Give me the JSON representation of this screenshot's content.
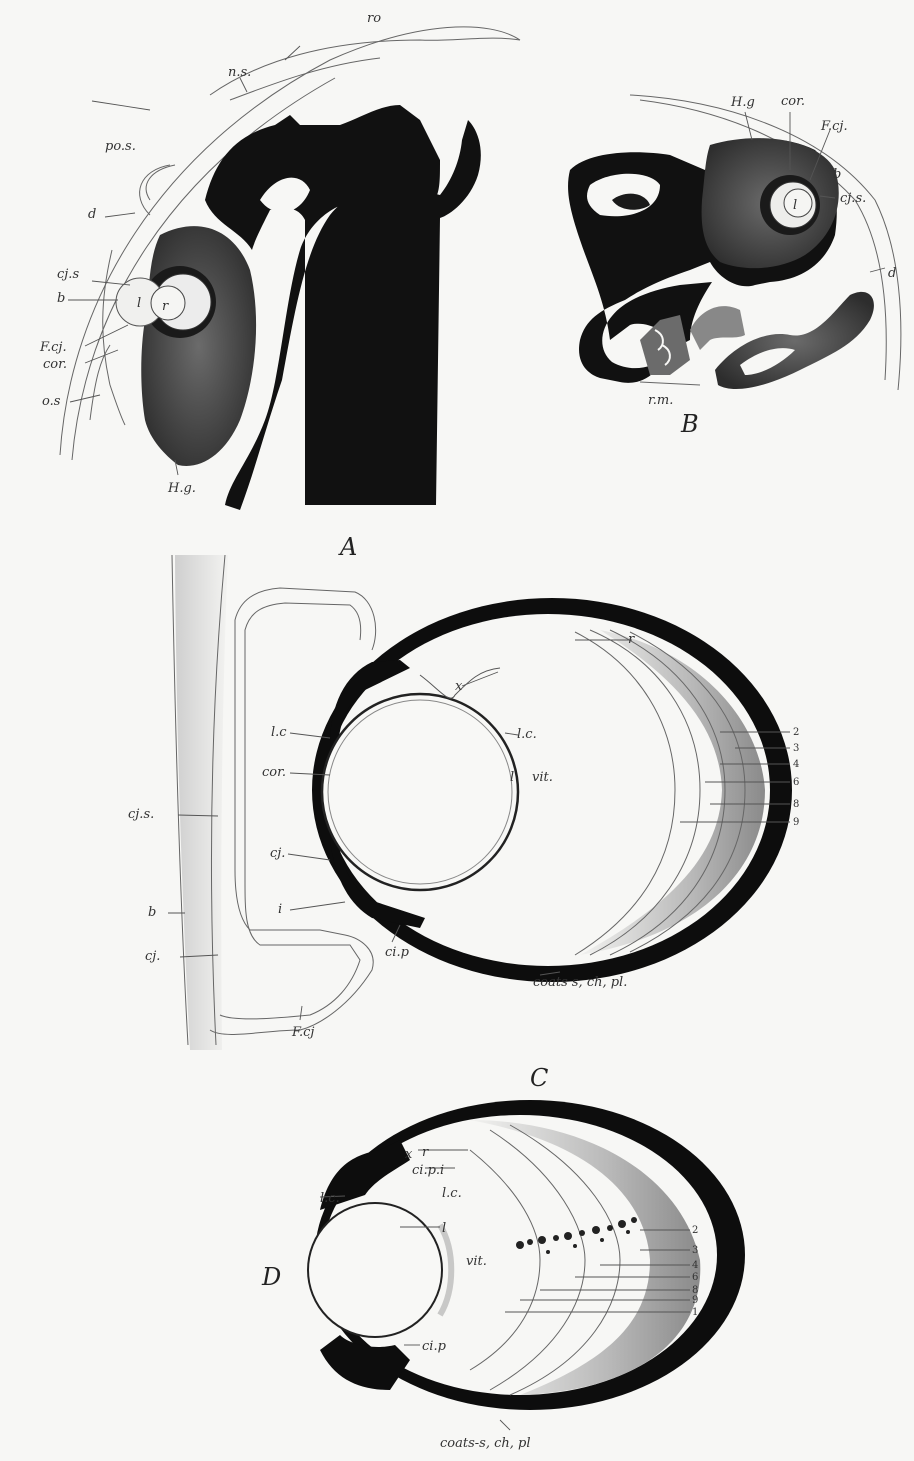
{
  "figure": {
    "panel_letters": {
      "a": "A",
      "b": "B",
      "c": "C",
      "d": "D"
    },
    "panel_a_labels": {
      "ro": "ro",
      "ns": "n.s.",
      "pos": "po.s.",
      "d": "d",
      "cjs": "cj.s",
      "b": "b",
      "fcj": "F.cj.",
      "cor": "cor.",
      "os": "o.s",
      "hg": "H.g.",
      "l": "l",
      "r": "r"
    },
    "panel_b_labels": {
      "hg": "H.g",
      "cor": "cor.",
      "fcj": "F.cj.",
      "b": "b",
      "cjs": "cj.s.",
      "d": "d",
      "rm": "r.m.",
      "l": "l"
    },
    "panel_c_labels": {
      "r": "r",
      "x": "x",
      "lc_left": "l.c",
      "lc_right": "l.c.",
      "cor": "cor.",
      "l": "l",
      "vit": "vit.",
      "cjs": "cj.s.",
      "cj_inner": "cj.",
      "b": "b",
      "i": "i",
      "cj_outer": "cj.",
      "cip": "ci.p",
      "coats": "coats s, ch, pl.",
      "fcj": "F.cj",
      "layers": [
        "2",
        "3",
        "4",
        "6",
        "8",
        "9"
      ]
    },
    "panel_d_labels": {
      "x": "x",
      "r": "r",
      "cipi": "ci.p.i",
      "lc_right": "l.c.",
      "lc_left": "l.c.",
      "l": "l",
      "vit": "vit.",
      "cip": "ci.p",
      "coats": "coats-s, ch, pl",
      "layers": [
        "2",
        "3",
        "4",
        "6",
        "8",
        "9",
        "1"
      ]
    }
  }
}
